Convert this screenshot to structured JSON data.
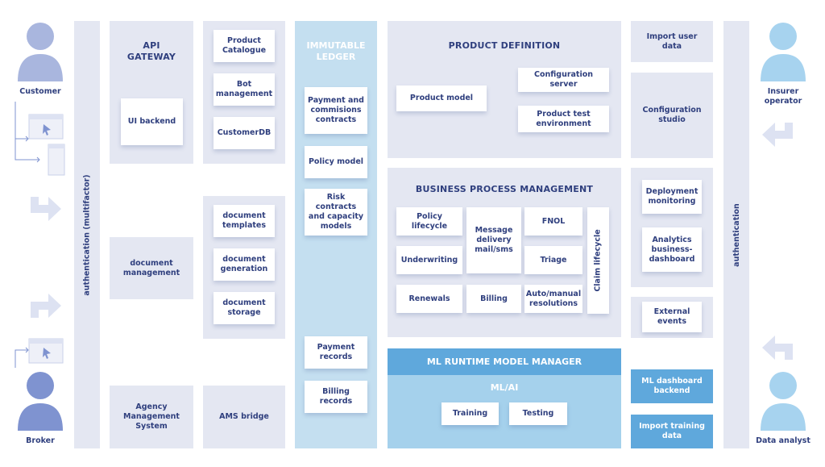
{
  "actors": {
    "customer": "Customer",
    "broker": "Broker",
    "insurer_operator": "Insurer\noperator",
    "data_analyst": "Data analyst"
  },
  "auth_left": "authentication (multifactor)",
  "auth_right": "authentication",
  "api_gateway": {
    "title": "API\nGATEWAY",
    "ui_backend": "UI backend"
  },
  "services": {
    "product_catalogue": "Product\nCatalogue",
    "bot_management": "Bot\nmanagement",
    "customer_db": "CustomerDB"
  },
  "document_management": {
    "label": "document\nmanagement",
    "templates": "document\ntemplates",
    "generation": "document\ngeneration",
    "storage": "document\nstorage"
  },
  "agency": {
    "ams": "Agency\nManagement\nSystem",
    "ams_bridge": "AMS bridge"
  },
  "ledger": {
    "title": "IMMUTABLE\nLEDGER",
    "items": [
      "Payment and\ncommisions\ncontracts",
      "Policy model",
      "Risk contracts\nand capacity\nmodels",
      "Payment\nrecords",
      "Billing\nrecords"
    ]
  },
  "product_definition": {
    "title": "PRODUCT DEFINITION",
    "product_model": "Product model",
    "configuration_server": "Configuration server",
    "product_test": "Product test\nenvironment"
  },
  "bpm": {
    "title": "BUSINESS PROCESS MANAGEMENT",
    "policy_lifecycle": "Policy\nlifecycle",
    "message_delivery": "Message\ndelivery\nmail/sms",
    "fnol": "FNOL",
    "claim_lifecycle": "Claim lifecycle",
    "underwriting": "Underwriting",
    "triage": "Triage",
    "renewals": "Renewals",
    "billing": "Billing",
    "auto_manual": "Auto/manual\nresolutions"
  },
  "ml": {
    "title": "ML RUNTIME MODEL MANAGER",
    "subtitle": "ML/AI",
    "training": "Training",
    "testing": "Testing"
  },
  "right": {
    "import_user_data": "Import user\ndata",
    "configuration_studio": "Configuration\nstudio",
    "deployment_monitoring": "Deployment\nmonitoring",
    "analytics": "Analytics\nbusiness-\ndashboard",
    "external_events": "External\nevents",
    "ml_dashboard": "ML dashboard\nbackend",
    "import_training": "Import training\ndata"
  },
  "colors": {
    "navy": "#2f3f7e",
    "panel": "#e4e7f2",
    "ledger": "#c4dff0",
    "ml_panel": "#a5d1ec",
    "header_blue": "#5fa8dc",
    "customer": "#a9b6de",
    "broker": "#7f93d0",
    "insurer": "#a7d3ef"
  }
}
